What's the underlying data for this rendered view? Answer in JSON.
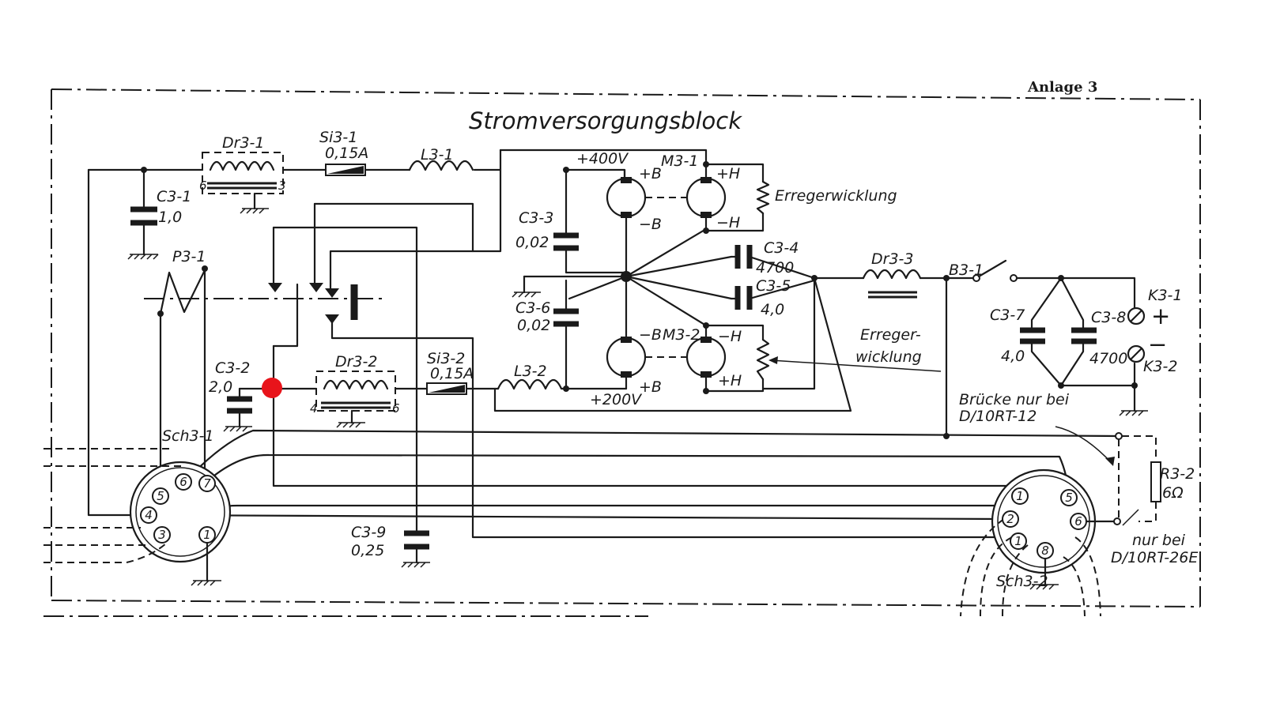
{
  "annex": "Anlage 3",
  "title": "Stromversorgungsblock",
  "components": {
    "dr3_1": "Dr3-1",
    "si3_1": "Si3-1",
    "si3_1_rating": "0,15A",
    "l3_1": "L3-1",
    "c3_1": "C3-1",
    "c3_1_value": "1,0",
    "p3_1": "P3-1",
    "c3_3": "C3-3",
    "c3_3_value": "0,02",
    "c3_6": "C3-6",
    "c3_6_value": "0,02",
    "m3_1": "M3-1",
    "m3_2": "M3-2",
    "c3_4": "C3-4",
    "c3_4_value": "4700",
    "c3_5": "C3-5",
    "c3_5_value": "4,0",
    "dr3_3": "Dr3-3",
    "b3_1": "B3-1",
    "c3_7": "C3-7",
    "c3_7_value": "4,0",
    "c3_8": "C3-8",
    "c3_8_value": "4700",
    "k3_1": "K3-1",
    "k3_2": "K3-2",
    "c3_2": "C3-2",
    "c3_2_value": "2,0",
    "dr3_2": "Dr3-2",
    "si3_2": "Si3-2",
    "si3_2_rating": "0,15A",
    "l3_2": "L3-2",
    "sch3_1": "Sch3-1",
    "sch3_2": "Sch3-2",
    "c3_9": "C3-9",
    "c3_9_value": "0,25",
    "r3_2": "R3-2",
    "r3_2_value": "6Ω"
  },
  "terminals": {
    "plus_400v": "+400V",
    "plus_200v": "+200V",
    "plus_b_top": "+B",
    "minus_b_top": "−B",
    "plus_h_top": "+H",
    "minus_h_top": "−H",
    "minus_b_bottom": "−B",
    "plus_b_bottom": "+B",
    "minus_h_bottom": "−H",
    "plus_h_bottom": "+H",
    "plus_sign": "+",
    "minus_sign": "−",
    "dr_6": "6",
    "dr_3": "3",
    "dr2_4": "4",
    "dr2_6": "6"
  },
  "annotations": {
    "erregerwicklung_top": "Erregerwicklung",
    "erreger_line1": "Erreger-",
    "erreger_line2": "wicklung",
    "bruecke_line1": "Brücke nur bei",
    "bruecke_line2": "D/10RT-12",
    "nurbei_line1": "nur bei",
    "nurbei_line2": "D/10RT-26E"
  },
  "connector_left_pins": [
    "5",
    "6",
    "7",
    "4",
    "3",
    "1"
  ],
  "connector_right_pins": [
    "1",
    "5",
    "2",
    "6",
    "1",
    "8"
  ],
  "marker_color": "#e8141b"
}
